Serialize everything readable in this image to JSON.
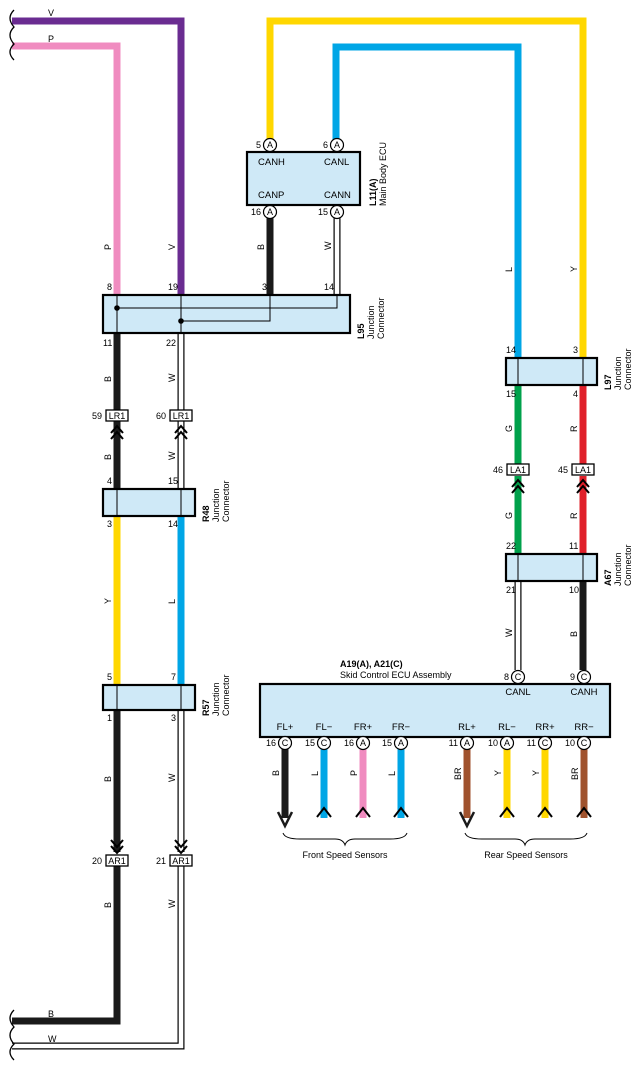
{
  "colors": {
    "V": "#6a2c91",
    "P": "#f08cc0",
    "Y": "#ffd700",
    "L": "#00a6e6",
    "B": "#1a1a1a",
    "W": "#ffffff",
    "G": "#00a14b",
    "R": "#e0202a",
    "BR": "#a0522d",
    "box_fill": "#cfe9f7"
  },
  "edge_wires": {
    "v": "V",
    "p": "P",
    "b": "B",
    "w": "W"
  },
  "wire_labels": {
    "p_l95": "P",
    "v_l95": "V",
    "b_ecu": "B",
    "w_ecu": "W",
    "l_right": "L",
    "y_right": "Y",
    "b_lr1_top": "B",
    "w_lr1_top": "W",
    "b_lr1_bot": "B",
    "w_lr1_bot": "W",
    "y_mid": "Y",
    "l_mid": "L",
    "g_top": "G",
    "r_top": "R",
    "g_bot": "G",
    "r_bot": "R",
    "w_canl": "W",
    "b_canh": "B",
    "b_r57": "B",
    "w_r57": "W",
    "b_ar1": "B",
    "w_ar1": "W",
    "s1": "B",
    "s2": "L",
    "s3": "P",
    "s4": "L",
    "s5": "BR",
    "s6": "Y",
    "s7": "Y",
    "s8": "BR"
  },
  "main_body_ecu": {
    "code": "L11(A)",
    "name": "Main Body ECU",
    "canh": "CANH",
    "canl": "CANL",
    "canp": "CANP",
    "cann": "CANN",
    "pin_canh": "5",
    "pin_canl": "6",
    "pin_canp": "16",
    "pin_cann": "15",
    "conn": "A"
  },
  "l95": {
    "code": "L95",
    "line1": "Junction",
    "line2": "Connector",
    "p8": "8",
    "p19": "19",
    "p3": "3",
    "p14": "14",
    "p11": "11",
    "p22": "22"
  },
  "lr1": {
    "label": "LR1",
    "p59": "59",
    "p60": "60"
  },
  "r48": {
    "code": "R48",
    "line1": "Junction",
    "line2": "Connector",
    "p4": "4",
    "p15": "15",
    "p3": "3",
    "p14": "14"
  },
  "r57": {
    "code": "R57",
    "line1": "Junction",
    "line2": "Connector",
    "p5": "5",
    "p7": "7",
    "p1": "1",
    "p3": "3"
  },
  "ar1": {
    "label": "AR1",
    "p20": "20",
    "p21": "21"
  },
  "l97": {
    "code": "L97",
    "line1": "Junction",
    "line2": "Connector",
    "p14": "14",
    "p3": "3",
    "p15": "15",
    "p4": "4"
  },
  "la1": {
    "label": "LA1",
    "p46": "46",
    "p45": "45"
  },
  "a67": {
    "code": "A67",
    "line1": "Junction",
    "line2": "Connector",
    "p22": "22",
    "p11": "11",
    "p21": "21",
    "p10": "10"
  },
  "skid_ecu": {
    "code": "A19(A), A21(C)",
    "name": "Skid Control ECU Assembly",
    "canl": "CANL",
    "canh": "CANH",
    "pin_canl": "8",
    "pin_canh": "9",
    "conn_can": "C",
    "terminals": [
      {
        "label": "FL+",
        "pin": "16",
        "conn": "C"
      },
      {
        "label": "FL−",
        "pin": "15",
        "conn": "C"
      },
      {
        "label": "FR+",
        "pin": "16",
        "conn": "A"
      },
      {
        "label": "FR−",
        "pin": "15",
        "conn": "A"
      },
      {
        "label": "RL+",
        "pin": "11",
        "conn": "A"
      },
      {
        "label": "RL−",
        "pin": "10",
        "conn": "A"
      },
      {
        "label": "RR+",
        "pin": "11",
        "conn": "C"
      },
      {
        "label": "RR−",
        "pin": "10",
        "conn": "C"
      }
    ]
  },
  "sensors": {
    "front": "Front Speed Sensors",
    "rear": "Rear Speed Sensors"
  }
}
